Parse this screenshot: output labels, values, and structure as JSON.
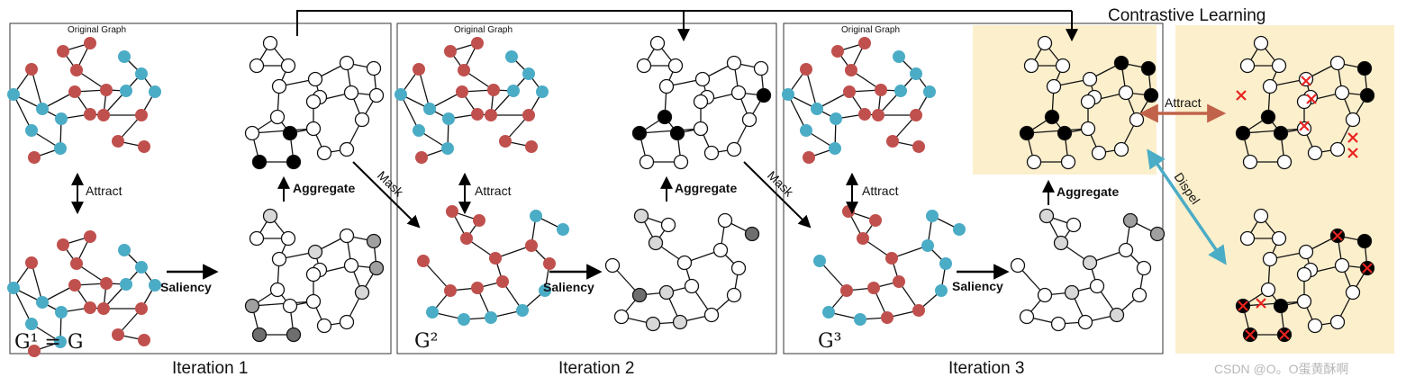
{
  "header": {
    "contrastive_title": "Contrastive Learning"
  },
  "labels": {
    "original_graph": "Original Graph",
    "attract": "Attract",
    "dispel": "Dispel",
    "aggregate": "Aggregate",
    "saliency": "Saliency",
    "mask": "Mask"
  },
  "iterations": [
    {
      "label": "Iteration 1",
      "graph_label": "G¹ = G"
    },
    {
      "label": "Iteration 2",
      "graph_label": "G²"
    },
    {
      "label": "Iteration 3",
      "graph_label": "G³"
    }
  ],
  "watermark": "CSDN @O。O蛋黄酥啊",
  "colors": {
    "node_red": "#c0504d",
    "node_blue": "#4bacc6",
    "node_white": "#ffffff",
    "node_black": "#000000",
    "node_light_gray": "#d8d8d8",
    "node_mid_gray": "#a0a0a0",
    "node_dark_gray": "#6e6e6e",
    "highlight_bg": "#fcefcc",
    "attract_arrow": "#c0634a",
    "dispel_arrow": "#4bacc6",
    "cross_mark": "#e8231f"
  }
}
